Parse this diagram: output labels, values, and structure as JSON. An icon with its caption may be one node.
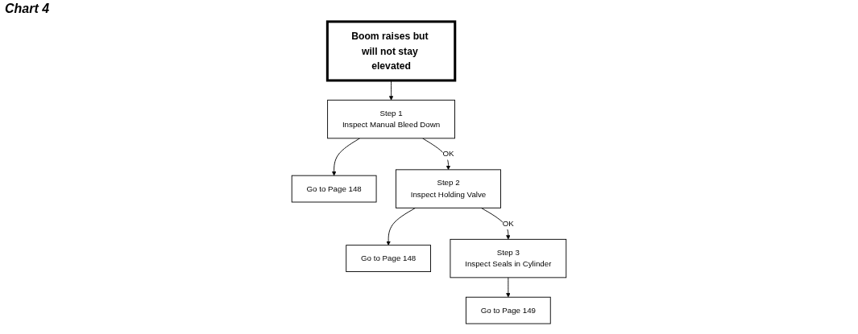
{
  "diagram": {
    "title": "Chart 4",
    "nodes": [
      {
        "text": [
          "Boom raises but will not stay elevated"
        ]
      },
      {
        "text": [
          "Step 1",
          "Inspect Manual Bleed Down"
        ]
      },
      {
        "text": [
          "Go to Page 148"
        ]
      },
      {
        "text": [
          "Step 2",
          "Inspect Holding Valve"
        ]
      },
      {
        "text": [
          "Go to Page 148"
        ]
      },
      {
        "text": [
          "Step 3",
          "Inspect Seals in Cylinder"
        ]
      },
      {
        "text": [
          "Go to Page 149"
        ]
      }
    ],
    "edges": [
      {
        "from": 0,
        "to": 1,
        "arrow": "to"
      },
      {
        "from": 1,
        "to": 2,
        "arrow": "to"
      },
      {
        "from": 1,
        "to": 3,
        "arrow": "to",
        "label": "OK"
      },
      {
        "from": 3,
        "to": 4,
        "arrow": "to"
      },
      {
        "from": 3,
        "to": 5,
        "arrow": "to",
        "label": "OK"
      },
      {
        "from": 5,
        "to": 6,
        "arrow": "to"
      }
    ]
  }
}
